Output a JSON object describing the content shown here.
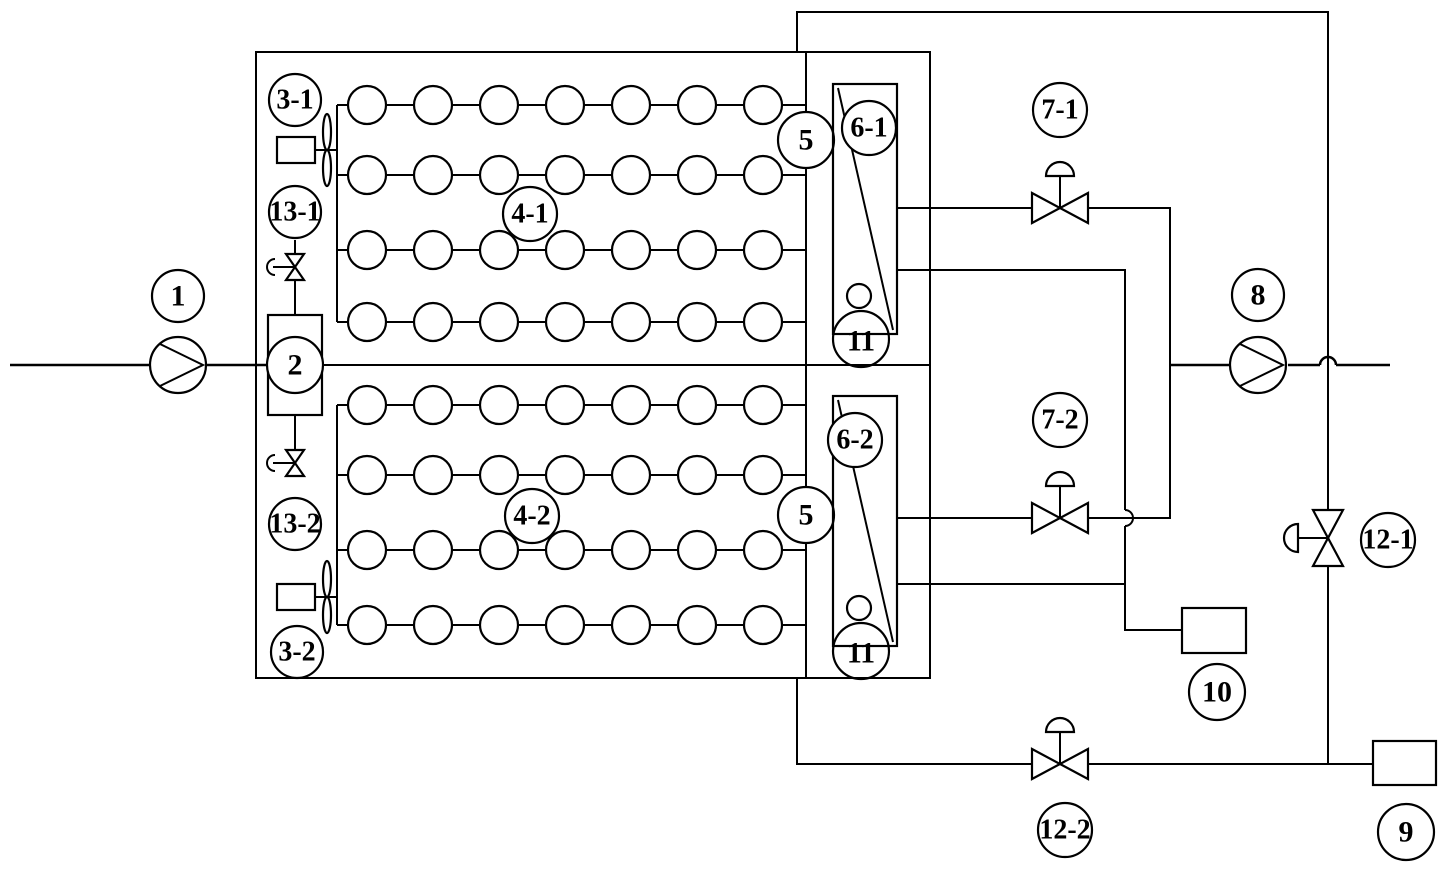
{
  "labels": {
    "pump_in": "1",
    "manifold": "2",
    "fan_upper": "3-1",
    "fan_lower": "3-2",
    "array_upper": "4-1",
    "array_lower": "4-2",
    "collector_upper": "5",
    "collector_lower": "5",
    "exchanger_upper": "6-1",
    "exchanger_lower": "6-2",
    "valve_upper": "7-1",
    "valve_lower": "7-2",
    "pump_out": "8",
    "tank_right": "9",
    "tank_mid": "10",
    "sensor_upper": "11",
    "sensor_lower": "11",
    "valve_bypass_vertical": "12-1",
    "valve_bypass_bottom": "12-2",
    "hand_valve_upper": "13-1",
    "hand_valve_lower": "13-2"
  },
  "cell_array": {
    "rows_per_group": 4,
    "cells_per_row": 7
  }
}
